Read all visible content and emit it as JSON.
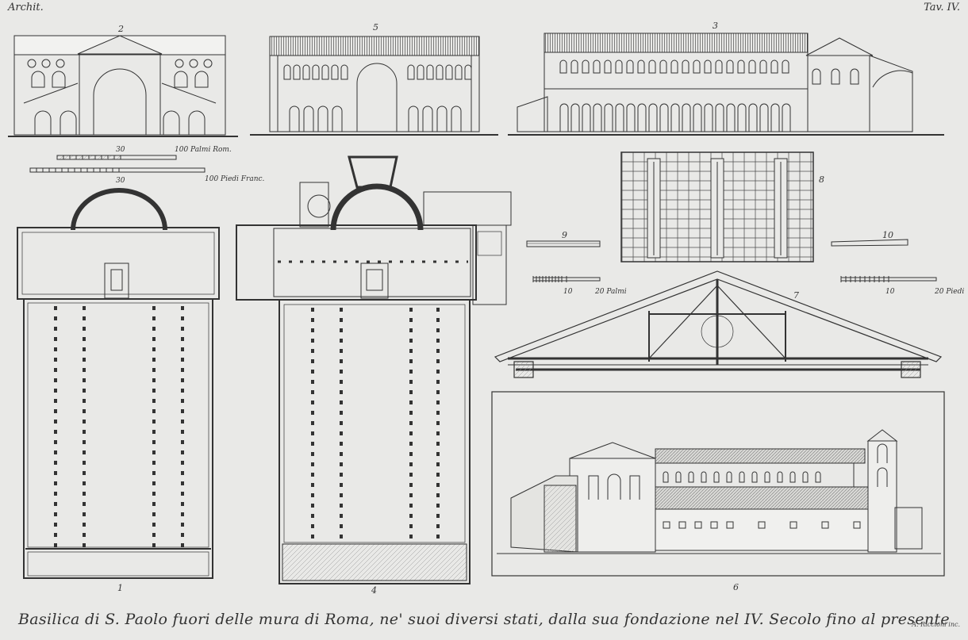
{
  "header": {
    "left_label": "Archit.",
    "right_label": "Tav. IV."
  },
  "caption": "Basilica di S. Paolo fuori delle mura di Roma, ne' suoi diversi stati, dalla sua fondazione nel IV. Secolo fino al presente",
  "engraver": "A. Riccioni inc.",
  "figures": {
    "fig1": "1",
    "fig2": "2",
    "fig3": "3",
    "fig4": "4",
    "fig5": "5",
    "fig6": "6",
    "fig7": "7",
    "fig8": "8",
    "fig9": "9",
    "fig10": "10"
  },
  "scales": {
    "palmi_rom_start": "30",
    "palmi_rom_end": "100 Palmi Rom.",
    "piedi_franc_start": "30",
    "piedi_franc_end": "100 Piedi Franc.",
    "palmi_small_start": "10",
    "palmi_small_end": "20 Palmi",
    "piedi_small_start": "10",
    "piedi_small_end": "20 Piedi"
  },
  "colors": {
    "paper": "#e9e9e7",
    "ink": "#2a2a2a",
    "hatch": "#555555"
  }
}
